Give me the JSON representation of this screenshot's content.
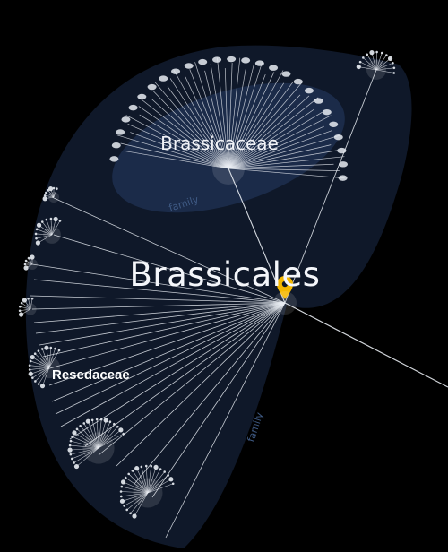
{
  "tree": {
    "order": {
      "name": "Brassicales"
    },
    "families": [
      {
        "name": "Brassicaceae",
        "rank": "family"
      },
      {
        "name": "Resedaceae"
      }
    ],
    "rank_tags": [
      "family",
      "family"
    ]
  },
  "colors": {
    "background": "#000000",
    "region_fill": "#111a2c",
    "subregion_fill": "#1a2a48",
    "branch": "#e8ecf2",
    "marker": "#f5b800"
  },
  "icons": {
    "marker": "location-pin-icon"
  }
}
